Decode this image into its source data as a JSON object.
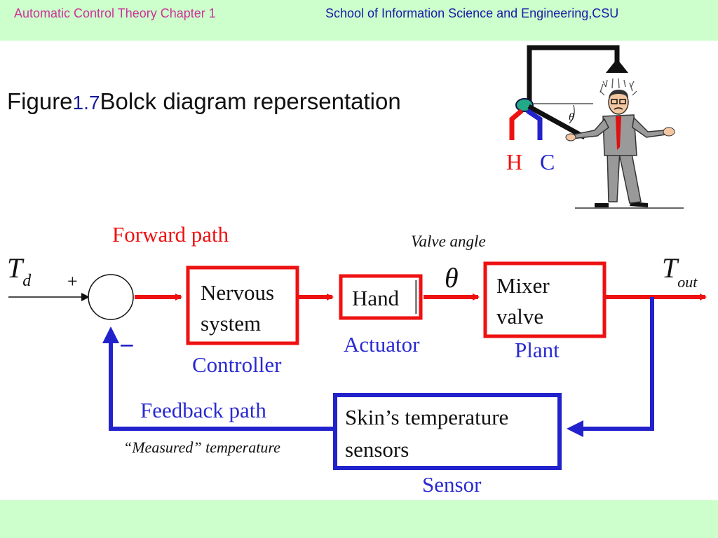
{
  "header": {
    "left": "Automatic Control Theory Chapter 1",
    "right": "School of Information Science and Engineering,CSU"
  },
  "figure": {
    "prefix": "Figure",
    "number": "1.7",
    "caption": "Bolck diagram repersentation"
  },
  "illustration": {
    "hot_label": "H",
    "cold_label": "C",
    "angle_symbol": "θ"
  },
  "diagram": {
    "forward_path": "Forward path",
    "valve_angle": "Valve angle",
    "theta": "θ",
    "input": {
      "symbol": "T",
      "subscript": "d"
    },
    "output": {
      "symbol": "T",
      "subscript": "out"
    },
    "plus_sign": "+",
    "minus_sign": "−",
    "blocks": {
      "controller": {
        "line1": "Nervous",
        "line2": "system",
        "role": "Controller"
      },
      "actuator": {
        "line1": "Hand",
        "role": "Actuator"
      },
      "plant": {
        "line1": "Mixer",
        "line2": "valve",
        "role": "Plant"
      },
      "sensor": {
        "line1": "Skin’s temperature",
        "line2": "sensors",
        "role": "Sensor"
      }
    },
    "feedback_path": "Feedback path",
    "measured_temperature": "“Measured” temperature"
  },
  "colors": {
    "forward": "#ee1111",
    "feedback": "#2222cc",
    "band": "#ccffcc"
  }
}
